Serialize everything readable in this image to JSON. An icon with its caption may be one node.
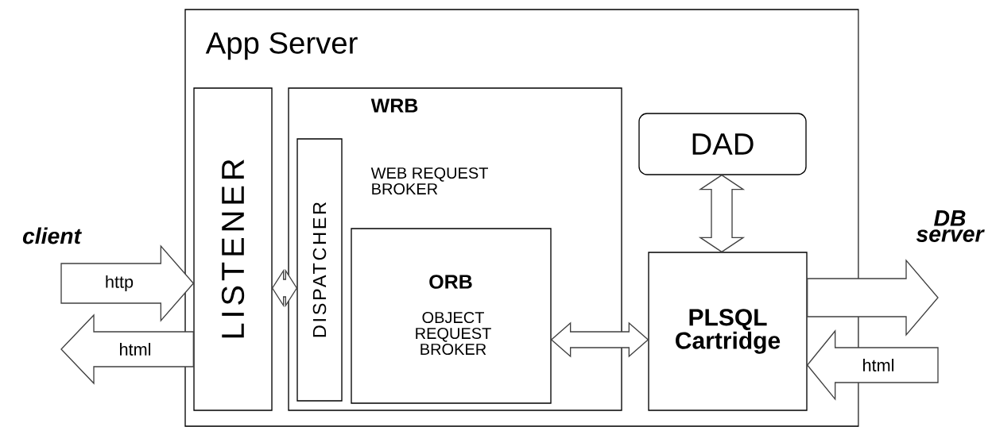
{
  "diagram": {
    "nodes": [
      {
        "text": [
          "App Server"
        ]
      },
      {
        "text": [
          "LISTENER"
        ],
        "in": 0
      },
      {
        "text": [
          "WRB",
          "WEB REQUEST BROKER"
        ],
        "in": 0
      },
      {
        "text": [
          "DISPATCHER"
        ],
        "in": 2
      },
      {
        "text": [
          "ORB",
          "OBJECT REQUEST BROKER"
        ],
        "in": 2
      },
      {
        "text": [
          "DAD"
        ],
        "in": 0
      },
      {
        "text": [
          "PLSQL Cartridge"
        ],
        "in": 0
      }
    ],
    "edges": [
      {
        "from": null,
        "to": 1,
        "arrow": "to",
        "label": "http"
      },
      {
        "from": 1,
        "to": null,
        "arrow": "to",
        "label": "html"
      },
      {
        "from": 1,
        "to": 3,
        "arrow": "both"
      },
      {
        "from": 4,
        "to": 6,
        "arrow": "both"
      },
      {
        "from": 5,
        "to": 6,
        "arrow": "both"
      },
      {
        "from": 6,
        "to": null,
        "arrow": "to"
      },
      {
        "from": null,
        "to": 6,
        "arrow": "to",
        "label": "html"
      }
    ],
    "labels": [
      "client",
      "DB server"
    ]
  }
}
